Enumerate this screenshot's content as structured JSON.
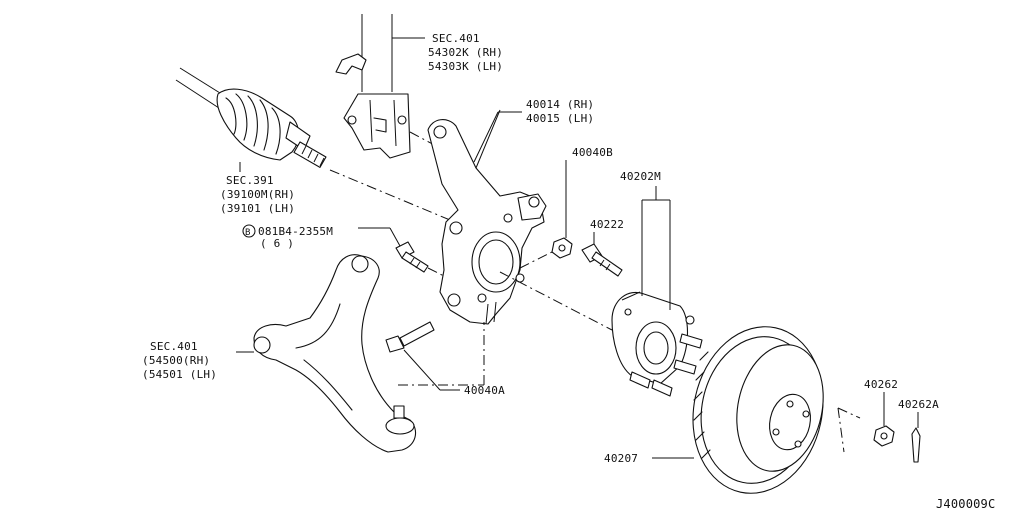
{
  "labels": {
    "sec401_top": "SEC.401",
    "p54302k": "54302K (RH)",
    "p54303k": "54303K (LH)",
    "p40014": "40014 (RH)",
    "p40015": "40015 (LH)",
    "sec391": "SEC.391",
    "p39100m": "(39100M(RH)",
    "p39101": "(39101  (LH)",
    "p40040b": "40040B",
    "p40202m": "40202M",
    "p40222": "40222",
    "bolt_code": "081B4-2355M",
    "bolt_qty": "( 6 )",
    "bolt_marker": "B",
    "sec401_left": "SEC.401",
    "p54500": "(54500(RH)",
    "p54501": "(54501 (LH)",
    "p40040a": "40040A",
    "p40262": "40262",
    "p40262a": "40262A",
    "p40207": "40207",
    "diagram_id": "J400009C"
  }
}
